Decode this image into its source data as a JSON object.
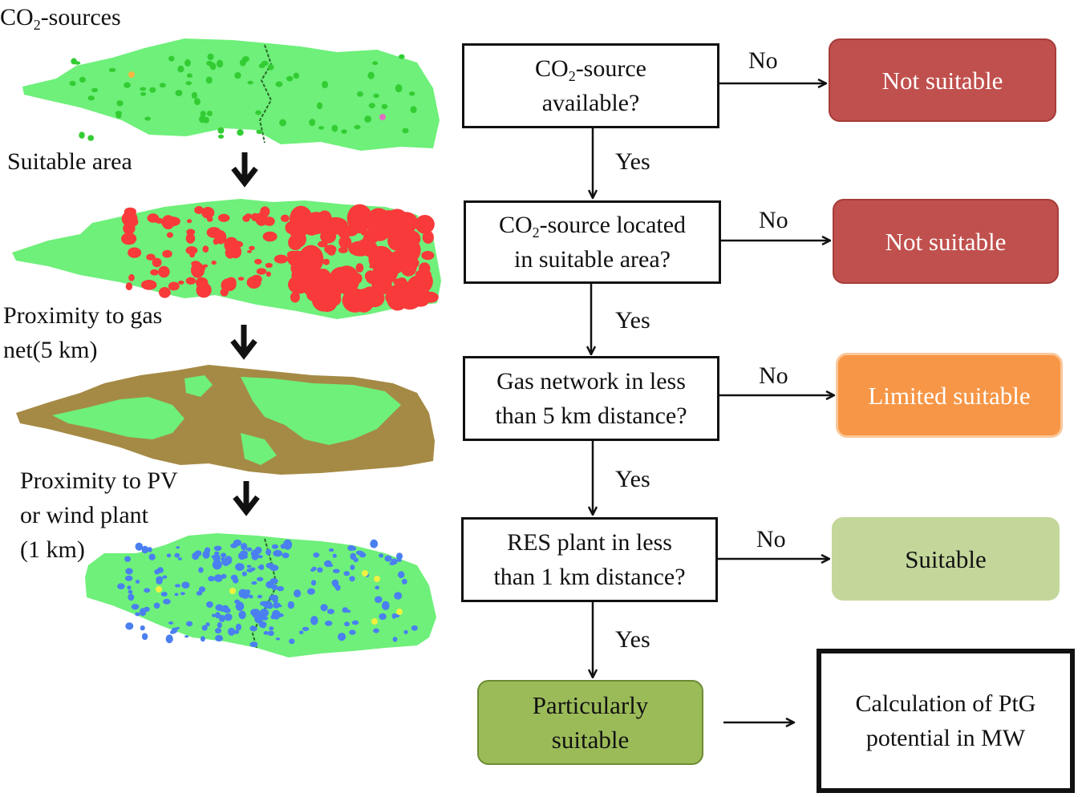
{
  "maps": {
    "co2_sources": {
      "label_prefix": "CO",
      "label_sub": "2",
      "label_suffix": "-sources"
    },
    "suitable_area": {
      "label": "Suitable area"
    },
    "gas_net": {
      "label_line1": "Proximity to gas",
      "label_line2": "net(5 km)"
    },
    "res_plant": {
      "label_line1": "Proximity to PV",
      "label_line2": "or wind plant",
      "label_line3": "(1 km)"
    }
  },
  "decisions": [
    {
      "line1_prefix": "CO",
      "line1_sub": "2",
      "line1_suffix": "-source",
      "line2": "available?"
    },
    {
      "line1_prefix": "CO",
      "line1_sub": "2",
      "line1_suffix": "-source located",
      "line2": "in suitable area?"
    },
    {
      "line1": "Gas network in less",
      "line2": "than 5 km distance?"
    },
    {
      "line1": "RES plant in less",
      "line2": "than 1 km distance?"
    }
  ],
  "outcomes": [
    {
      "label": "Not suitable",
      "color": "#c0504d"
    },
    {
      "label": "Not suitable",
      "color": "#c0504d"
    },
    {
      "label": "Limited suitable",
      "color": "#f79646"
    },
    {
      "label": "Suitable",
      "color": "#c4d79b"
    }
  ],
  "final": {
    "line1": "Particularly",
    "line2": "suitable",
    "color": "#9bbb59"
  },
  "calc": {
    "line1": "Calculation of PtG",
    "line2": "potential in MW"
  },
  "edges": {
    "no": "No",
    "yes": "Yes"
  },
  "colors": {
    "land": "#6ef07a",
    "red": "#f83a3a",
    "brown": "#a58a45",
    "blue": "#4a7ff0",
    "dot": "#33cc33"
  }
}
